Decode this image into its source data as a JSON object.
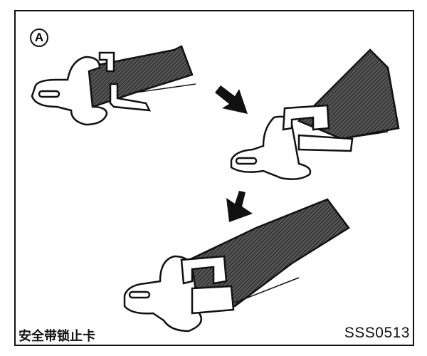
{
  "figure": {
    "callout_label": "A",
    "caption": "安全带锁止卡",
    "figure_code": "SSS0513",
    "steps": [
      "buckle-with-locking-clip-open",
      "clip-attached-to-belt",
      "clip-locked-on-belt"
    ]
  }
}
